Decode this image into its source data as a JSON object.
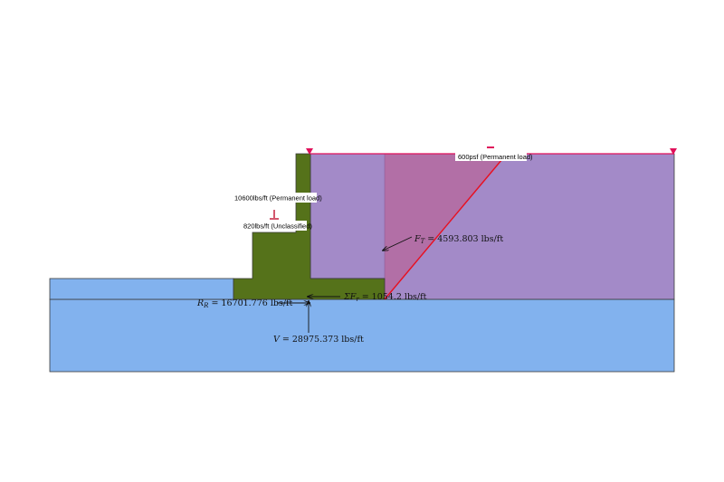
{
  "colors": {
    "soil": "#82b2ee",
    "backfill": "#a38ac8",
    "wall": "#55721a",
    "surcharge_zone": "#c05a8a",
    "load_marker": "#e0105a",
    "failure_line": "#e81020",
    "outline": "#3a3a3a"
  },
  "loads": {
    "wall_top_load": "10600lbs/ft (Permanent load)",
    "wall_mid_load": "820lbs/ft (Unclassified)",
    "surcharge": "600psf (Permanent load)"
  },
  "results": {
    "ft_symbol": "F",
    "ft_sub": "T",
    "ft_value": " = 4593.803 lbs/ft",
    "fr_symbol": "ΣF",
    "fr_sub": "r",
    "fr_value": " = 1054.2 lbs/ft",
    "rr_symbol": "R",
    "rr_sub": "R",
    "rr_value": " = 16701.776 lbs/ft",
    "v_symbol": "V",
    "v_value": " = 28975.373 lbs/ft"
  }
}
